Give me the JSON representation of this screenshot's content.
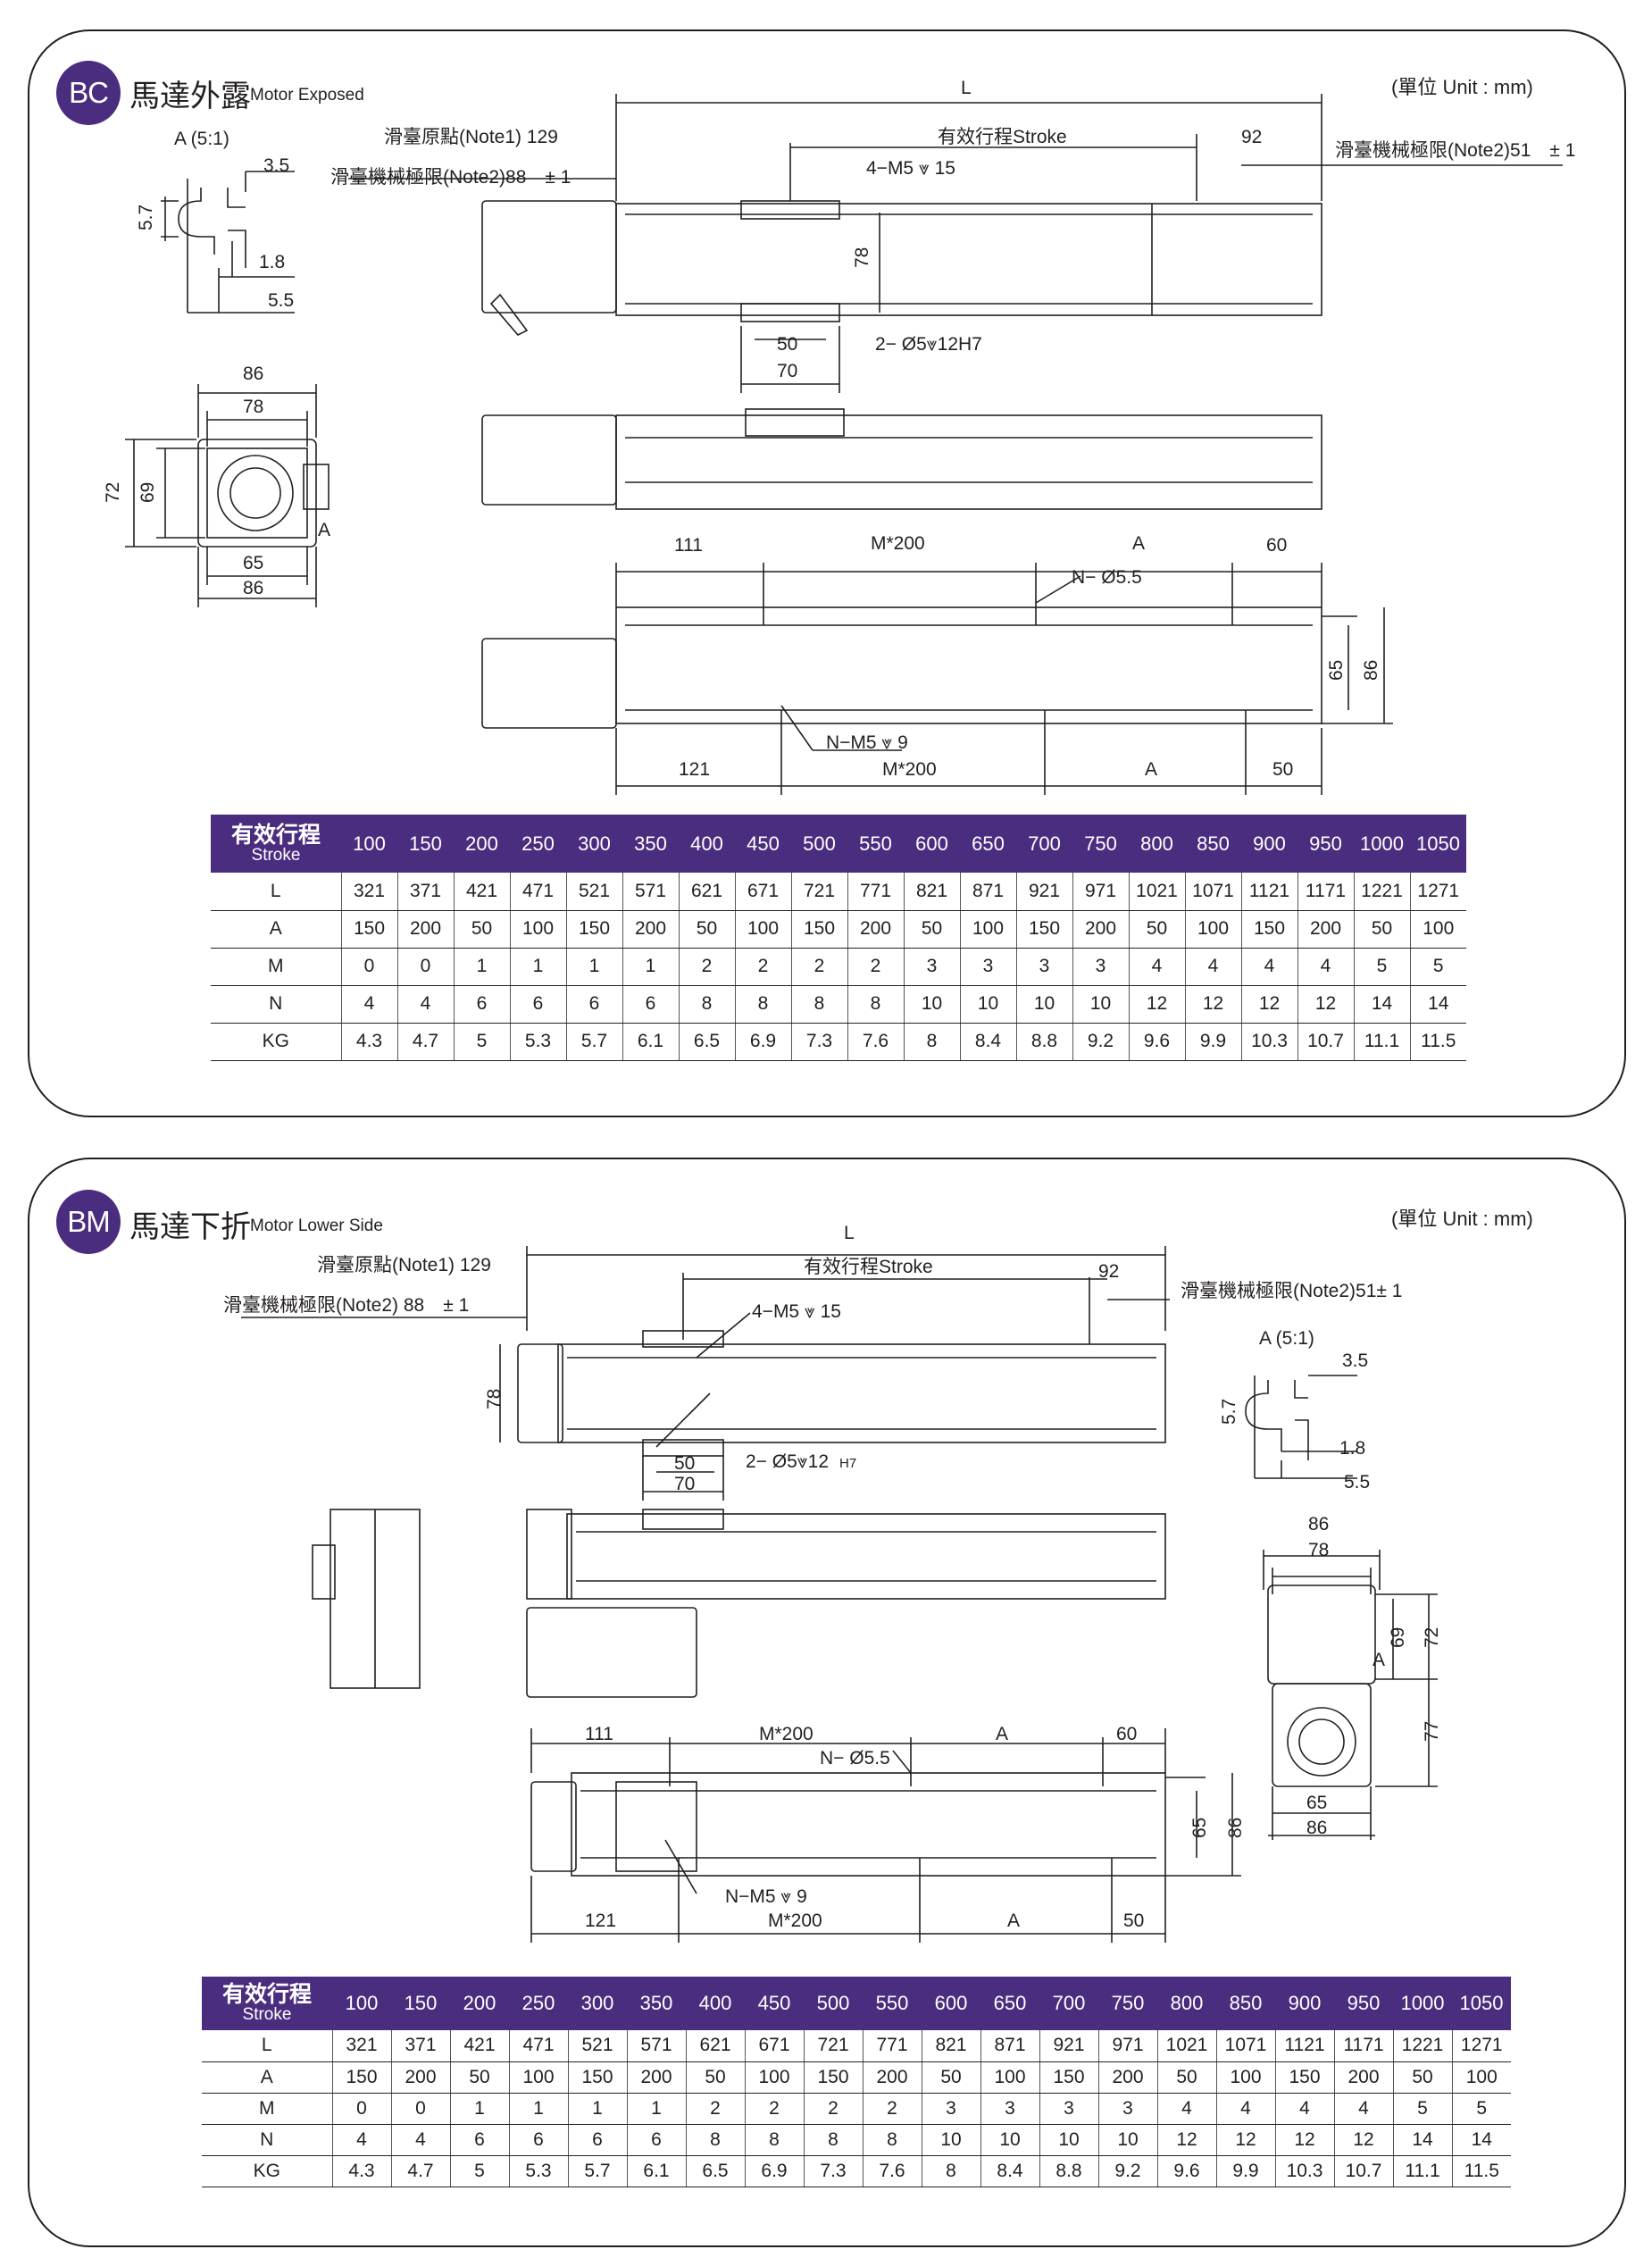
{
  "page": {
    "unit_label": "(單位 Unit : mm)"
  },
  "sections": [
    {
      "id": "BC",
      "badge": "BC",
      "title_zh": "馬達外露",
      "title_en": "Motor Exposed",
      "labels": {
        "detail_a": "A (5:1)",
        "d_3_5": "3.5",
        "d_5_7": "5.7",
        "d_1_8": "1.8",
        "d_5_5": "5.5",
        "L": "L",
        "origin": "滑臺原點(Note1) 129",
        "stroke": "有效行程Stroke",
        "d_92": "92",
        "limit51": "滑臺機械極限(Note2)51　± 1",
        "limit88": "滑臺機械極限(Note2)88　± 1",
        "tap": "4−M5 ⩔ 15",
        "d_78": "78",
        "d_50": "50",
        "d_70": "70",
        "pin": "2− Ø5⩔12H7",
        "end_86": "86",
        "end_78": "78",
        "end_72": "72",
        "end_69": "69",
        "end_65": "65",
        "end_86b": "86",
        "end_A": "A",
        "d_111": "111",
        "m200_top": "M*200",
        "A_top": "A",
        "d_60": "60",
        "n_hole": "N− Ø5.5",
        "d_65": "65",
        "d_86": "86",
        "n_tap": "N−M5 ⩔ 9",
        "d_121": "121",
        "m200_bot": "M*200",
        "A_bot": "A",
        "d_50b": "50"
      },
      "table": {
        "header_zh": "有效行程",
        "header_en": "Stroke",
        "strokes": [
          "100",
          "150",
          "200",
          "250",
          "300",
          "350",
          "400",
          "450",
          "500",
          "550",
          "600",
          "650",
          "700",
          "750",
          "800",
          "850",
          "900",
          "950",
          "1000",
          "1050"
        ],
        "rows": [
          {
            "label": "L",
            "values": [
              "321",
              "371",
              "421",
              "471",
              "521",
              "571",
              "621",
              "671",
              "721",
              "771",
              "821",
              "871",
              "921",
              "971",
              "1021",
              "1071",
              "1121",
              "1171",
              "1221",
              "1271"
            ]
          },
          {
            "label": "A",
            "values": [
              "150",
              "200",
              "50",
              "100",
              "150",
              "200",
              "50",
              "100",
              "150",
              "200",
              "50",
              "100",
              "150",
              "200",
              "50",
              "100",
              "150",
              "200",
              "50",
              "100"
            ]
          },
          {
            "label": "M",
            "values": [
              "0",
              "0",
              "1",
              "1",
              "1",
              "1",
              "2",
              "2",
              "2",
              "2",
              "3",
              "3",
              "3",
              "3",
              "4",
              "4",
              "4",
              "4",
              "5",
              "5"
            ]
          },
          {
            "label": "N",
            "values": [
              "4",
              "4",
              "6",
              "6",
              "6",
              "6",
              "8",
              "8",
              "8",
              "8",
              "10",
              "10",
              "10",
              "10",
              "12",
              "12",
              "12",
              "12",
              "14",
              "14"
            ]
          },
          {
            "label": "KG",
            "values": [
              "4.3",
              "4.7",
              "5",
              "5.3",
              "5.7",
              "6.1",
              "6.5",
              "6.9",
              "7.3",
              "7.6",
              "8",
              "8.4",
              "8.8",
              "9.2",
              "9.6",
              "9.9",
              "10.3",
              "10.7",
              "11.1",
              "11.5"
            ]
          }
        ]
      }
    },
    {
      "id": "BM",
      "badge": "BM",
      "title_zh": "馬達下折",
      "title_en": "Motor Lower Side",
      "labels": {
        "L": "L",
        "origin": "滑臺原點(Note1) 129",
        "stroke": "有效行程Stroke",
        "d_92": "92",
        "limit51": "滑臺機械極限(Note2)51± 1",
        "limit88": "滑臺機械極限(Note2)  88　± 1",
        "tap": "4−M5 ⩔ 15",
        "d_78": "78",
        "d_50": "50",
        "d_70": "70",
        "pin": "2− Ø5⩔12",
        "pin_h7": "H7",
        "detail_a": "A (5:1)",
        "d_3_5": "3.5",
        "d_5_7": "5.7",
        "d_1_8": "1.8",
        "d_5_5": "5.5",
        "end_86": "86",
        "end_78": "78",
        "end_69": "69",
        "end_72": "72",
        "end_A": "A",
        "end_77": "77",
        "end_65": "65",
        "end_86b": "86",
        "d_111": "111",
        "m200_top": "M*200",
        "A_top": "A",
        "d_60": "60",
        "n_hole": "N− Ø5.5",
        "d_65": "65",
        "d_86": "86",
        "n_tap": "N−M5 ⩔ 9",
        "d_121": "121",
        "m200_bot": "M*200",
        "A_bot": "A",
        "d_50b": "50"
      },
      "table": {
        "header_zh": "有效行程",
        "header_en": "Stroke",
        "strokes": [
          "100",
          "150",
          "200",
          "250",
          "300",
          "350",
          "400",
          "450",
          "500",
          "550",
          "600",
          "650",
          "700",
          "750",
          "800",
          "850",
          "900",
          "950",
          "1000",
          "1050"
        ],
        "rows": [
          {
            "label": "L",
            "values": [
              "321",
              "371",
              "421",
              "471",
              "521",
              "571",
              "621",
              "671",
              "721",
              "771",
              "821",
              "871",
              "921",
              "971",
              "1021",
              "1071",
              "1121",
              "1171",
              "1221",
              "1271"
            ]
          },
          {
            "label": "A",
            "values": [
              "150",
              "200",
              "50",
              "100",
              "150",
              "200",
              "50",
              "100",
              "150",
              "200",
              "50",
              "100",
              "150",
              "200",
              "50",
              "100",
              "150",
              "200",
              "50",
              "100"
            ]
          },
          {
            "label": "M",
            "values": [
              "0",
              "0",
              "1",
              "1",
              "1",
              "1",
              "2",
              "2",
              "2",
              "2",
              "3",
              "3",
              "3",
              "3",
              "4",
              "4",
              "4",
              "4",
              "5",
              "5"
            ]
          },
          {
            "label": "N",
            "values": [
              "4",
              "4",
              "6",
              "6",
              "6",
              "6",
              "8",
              "8",
              "8",
              "8",
              "10",
              "10",
              "10",
              "10",
              "12",
              "12",
              "12",
              "12",
              "14",
              "14"
            ]
          },
          {
            "label": "KG",
            "values": [
              "4.3",
              "4.7",
              "5",
              "5.3",
              "5.7",
              "6.1",
              "6.5",
              "6.9",
              "7.3",
              "7.6",
              "8",
              "8.4",
              "8.8",
              "9.2",
              "9.6",
              "9.9",
              "10.3",
              "10.7",
              "11.1",
              "11.5"
            ]
          }
        ]
      }
    }
  ]
}
